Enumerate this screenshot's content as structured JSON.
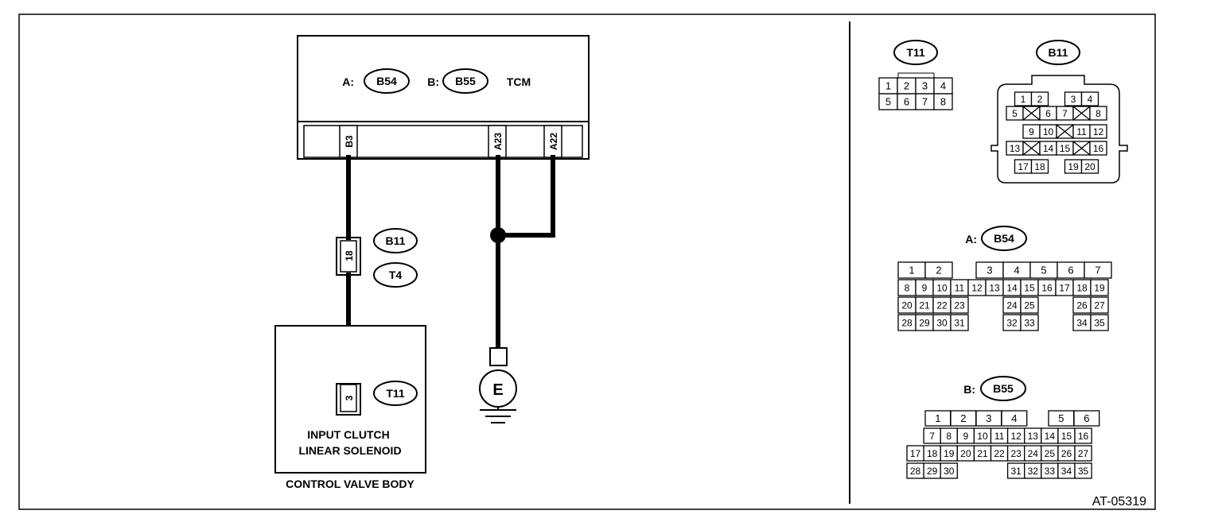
{
  "tcm": {
    "label": "TCM",
    "prefix_a": "A:",
    "connector_a": "B54",
    "prefix_b": "B:",
    "connector_b": "B55",
    "pins": [
      "B3",
      "A23",
      "A22"
    ]
  },
  "joint": {
    "pin": "18",
    "connector_1": "B11",
    "connector_2": "T4"
  },
  "solenoid": {
    "pin": "3",
    "connector": "T11",
    "label_line1": "INPUT CLUTCH",
    "label_line2": "LINEAR SOLENOID",
    "body_label": "CONTROL VALVE BODY"
  },
  "ground": {
    "label": "E"
  },
  "connector_views": {
    "t11": {
      "name": "T11",
      "row1": [
        "1",
        "2",
        "3",
        "4"
      ],
      "row2": [
        "5",
        "6",
        "7",
        "8"
      ]
    },
    "b11": {
      "name": "B11",
      "row1": [
        "1",
        "2",
        "3",
        "4"
      ],
      "row2": [
        "5",
        "6",
        "7",
        "8"
      ],
      "row3": [
        "9",
        "10",
        "11",
        "12"
      ],
      "row4": [
        "13",
        "14",
        "15",
        "16"
      ],
      "row5": [
        "17",
        "18",
        "19",
        "20"
      ]
    },
    "b54": {
      "prefix": "A:",
      "name": "B54",
      "row1": [
        "1",
        "2",
        "3",
        "4",
        "5",
        "6",
        "7"
      ],
      "row2": [
        "8",
        "9",
        "10",
        "11",
        "12",
        "13",
        "14",
        "15",
        "16",
        "17",
        "18",
        "19"
      ],
      "row3": [
        "20",
        "21",
        "22",
        "23",
        "24",
        "25",
        "26",
        "27"
      ],
      "row4": [
        "28",
        "29",
        "30",
        "31",
        "32",
        "33",
        "34",
        "35"
      ]
    },
    "b55": {
      "prefix": "B:",
      "name": "B55",
      "row1": [
        "1",
        "2",
        "3",
        "4",
        "5",
        "6"
      ],
      "row2": [
        "7",
        "8",
        "9",
        "10",
        "11",
        "12",
        "13",
        "14",
        "15",
        "16"
      ],
      "row3": [
        "17",
        "18",
        "19",
        "20",
        "21",
        "22",
        "23",
        "24",
        "25",
        "26",
        "27"
      ],
      "row4": [
        "28",
        "29",
        "30",
        "31",
        "32",
        "33",
        "34",
        "35"
      ]
    }
  },
  "figure_id": "AT-05319"
}
